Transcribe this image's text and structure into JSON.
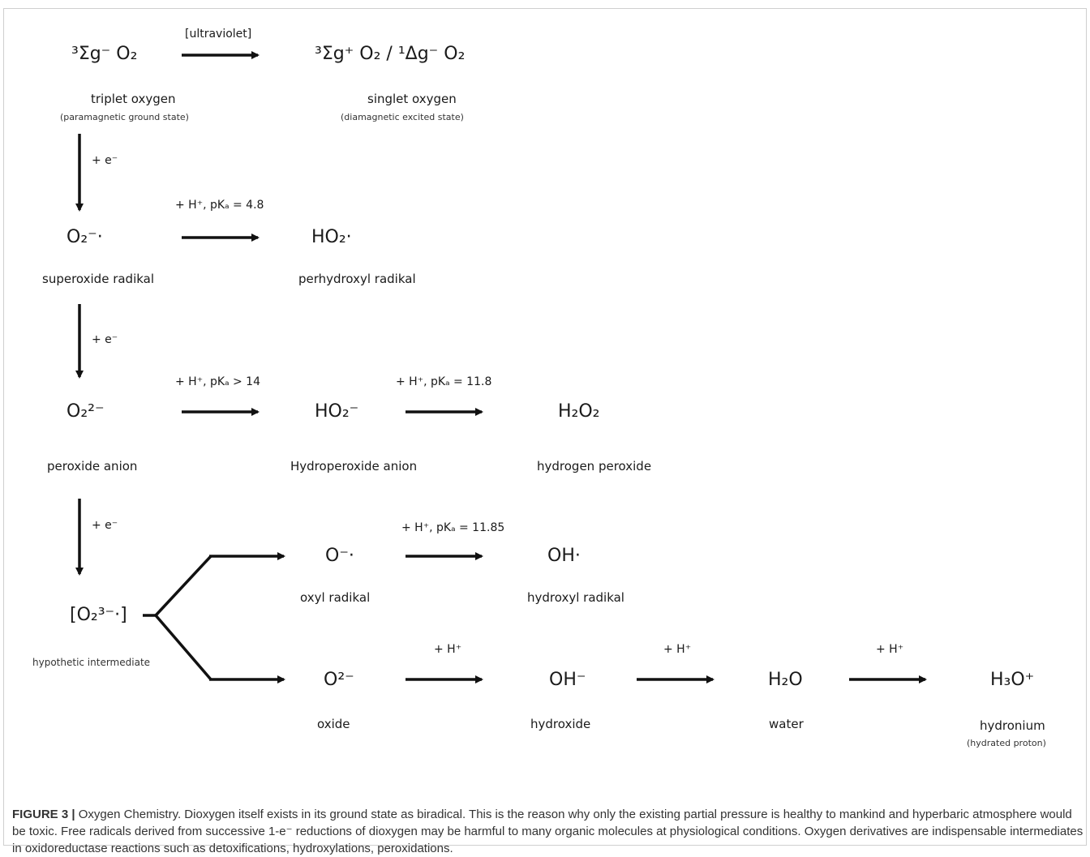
{
  "species": {
    "triplet_sym": "³Σg⁻ O₂",
    "singlet_sym": "³Σg⁺ O₂   /   ¹Δg⁻ O₂",
    "superoxide": "O₂⁻·",
    "perhydroxyl": "HO₂·",
    "peroxide": "O₂²⁻",
    "hydroperoxide": "HO₂⁻",
    "h2o2": "H₂O₂",
    "intermediate": "[O₂³⁻·]",
    "oxyl": "O⁻·",
    "hydroxyl_rad": "OH·",
    "oxide": "O²⁻",
    "hydroxide": "OH⁻",
    "water": "H₂O",
    "hydronium": "H₃O⁺"
  },
  "names": {
    "triplet": "triplet oxygen",
    "triplet_note": "(paramagnetic ground state)",
    "singlet": "singlet oxygen",
    "singlet_note": "(diamagnetic excited state)",
    "superoxide": "superoxide radikal",
    "perhydroxyl": "perhydroxyl radikal",
    "peroxide": "peroxide anion",
    "hydroperoxide": "Hydroperoxide anion",
    "h2o2": "hydrogen peroxide",
    "intermediate": "hypothetic intermediate",
    "oxyl": "oxyl radikal",
    "hydroxyl_rad": "hydroxyl radikal",
    "oxide": "oxide",
    "hydroxide": "hydroxide",
    "water": "water",
    "hydronium": "hydronium",
    "hydronium_note": "(hydrated proton)"
  },
  "arrows": {
    "uv": "[ultraviolet]",
    "e1": "+ e⁻",
    "e2": "+ e⁻",
    "e3": "+ e⁻",
    "pka48": "+ H⁺, pKₐ = 4.8",
    "pka14": "+ H⁺, pKₐ > 14",
    "pka118": "+ H⁺, pKₐ = 11.8",
    "pka1185": "+ H⁺, pKₐ = 11.85",
    "h1": "+ H⁺",
    "h2": "+ H⁺",
    "h3": "+ H⁺"
  },
  "caption": {
    "label": "FIGURE 3 |",
    "text": " Oxygen Chemistry. Dioxygen itself exists in its ground state as biradical. This is the reason why only the existing partial pressure is healthy to mankind and hyperbaric atmosphere would be toxic. Free radicals derived from successive 1-e⁻ reductions of dioxygen may be harmful to many organic molecules at physiological conditions. Oxygen derivatives are indispensable intermediates in oxidoreductase reactions such as detoxifications, hydroxylations, peroxidations."
  }
}
